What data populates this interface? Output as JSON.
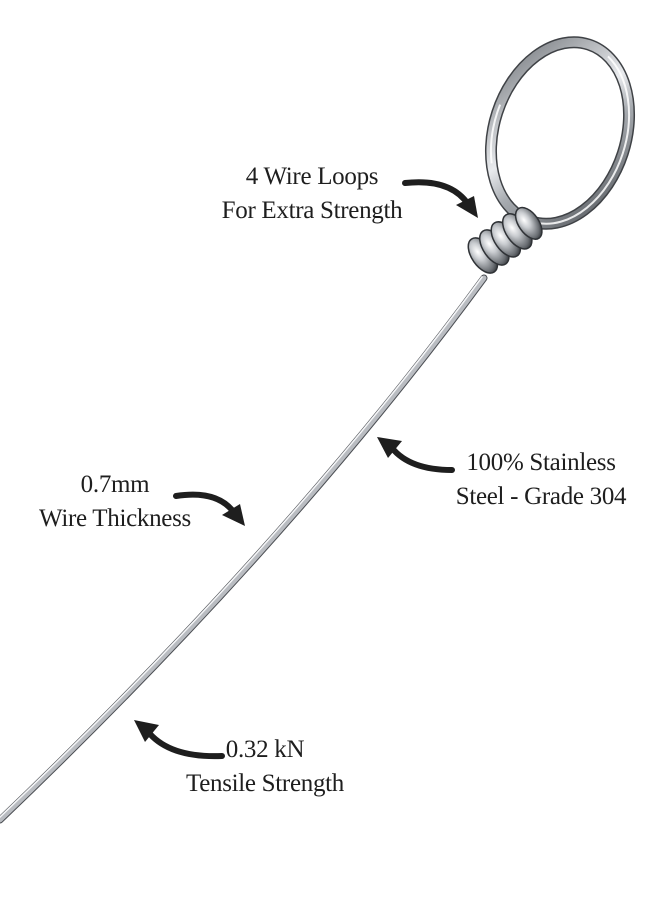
{
  "product_illustration": {
    "subject": "stainless-steel-wire-ring",
    "wire_color": "#b9bcc1",
    "highlight_color": "#f4f5f7",
    "shadow_color": "#4a4d52",
    "arrow_color": "#1e1e1e"
  },
  "callouts": [
    {
      "line1": "4 Wire Loops",
      "line2": "For Extra Strength"
    },
    {
      "line1": "100% Stainless",
      "line2": "Steel - Grade 304"
    },
    {
      "line1": "0.7mm",
      "line2": "Wire Thickness"
    },
    {
      "line1": "0.32 kN",
      "line2": "Tensile Strength"
    }
  ]
}
